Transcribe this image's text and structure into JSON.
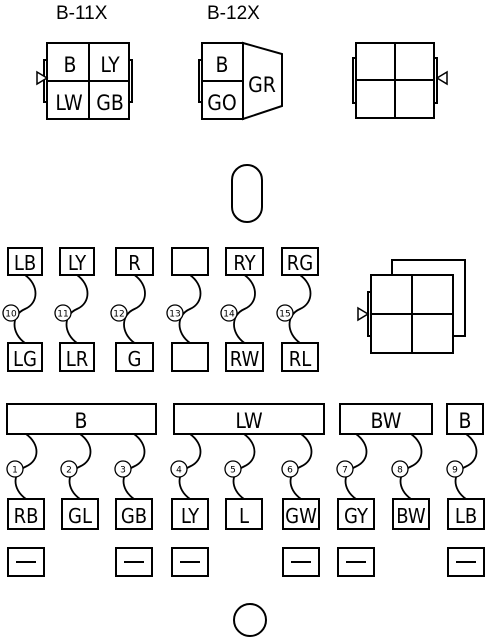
{
  "connectors": {
    "b11x": {
      "title": "B-11X",
      "pins": [
        "B",
        "LY",
        "LW",
        "GB"
      ]
    },
    "b12x": {
      "title": "B-12X",
      "pins": [
        "B",
        "GO",
        "GR"
      ]
    }
  },
  "middle_row": {
    "top": [
      "LB",
      "LY",
      "R",
      "",
      "RY",
      "RG"
    ],
    "bottom": [
      "LG",
      "LR",
      "G",
      "",
      "RW",
      "RL"
    ],
    "numbers": [
      "10",
      "11",
      "12",
      "13",
      "14",
      "15"
    ]
  },
  "buses": [
    {
      "label": "B"
    },
    {
      "label": "LW"
    },
    {
      "label": "BW"
    },
    {
      "label": "B"
    }
  ],
  "bottom_row": {
    "numbers": [
      "1",
      "2",
      "3",
      "4",
      "5",
      "6",
      "7",
      "8",
      "9"
    ],
    "labels": [
      "RB",
      "GL",
      "GB",
      "LY",
      "L",
      "GW",
      "GY",
      "BW",
      "LB"
    ]
  }
}
